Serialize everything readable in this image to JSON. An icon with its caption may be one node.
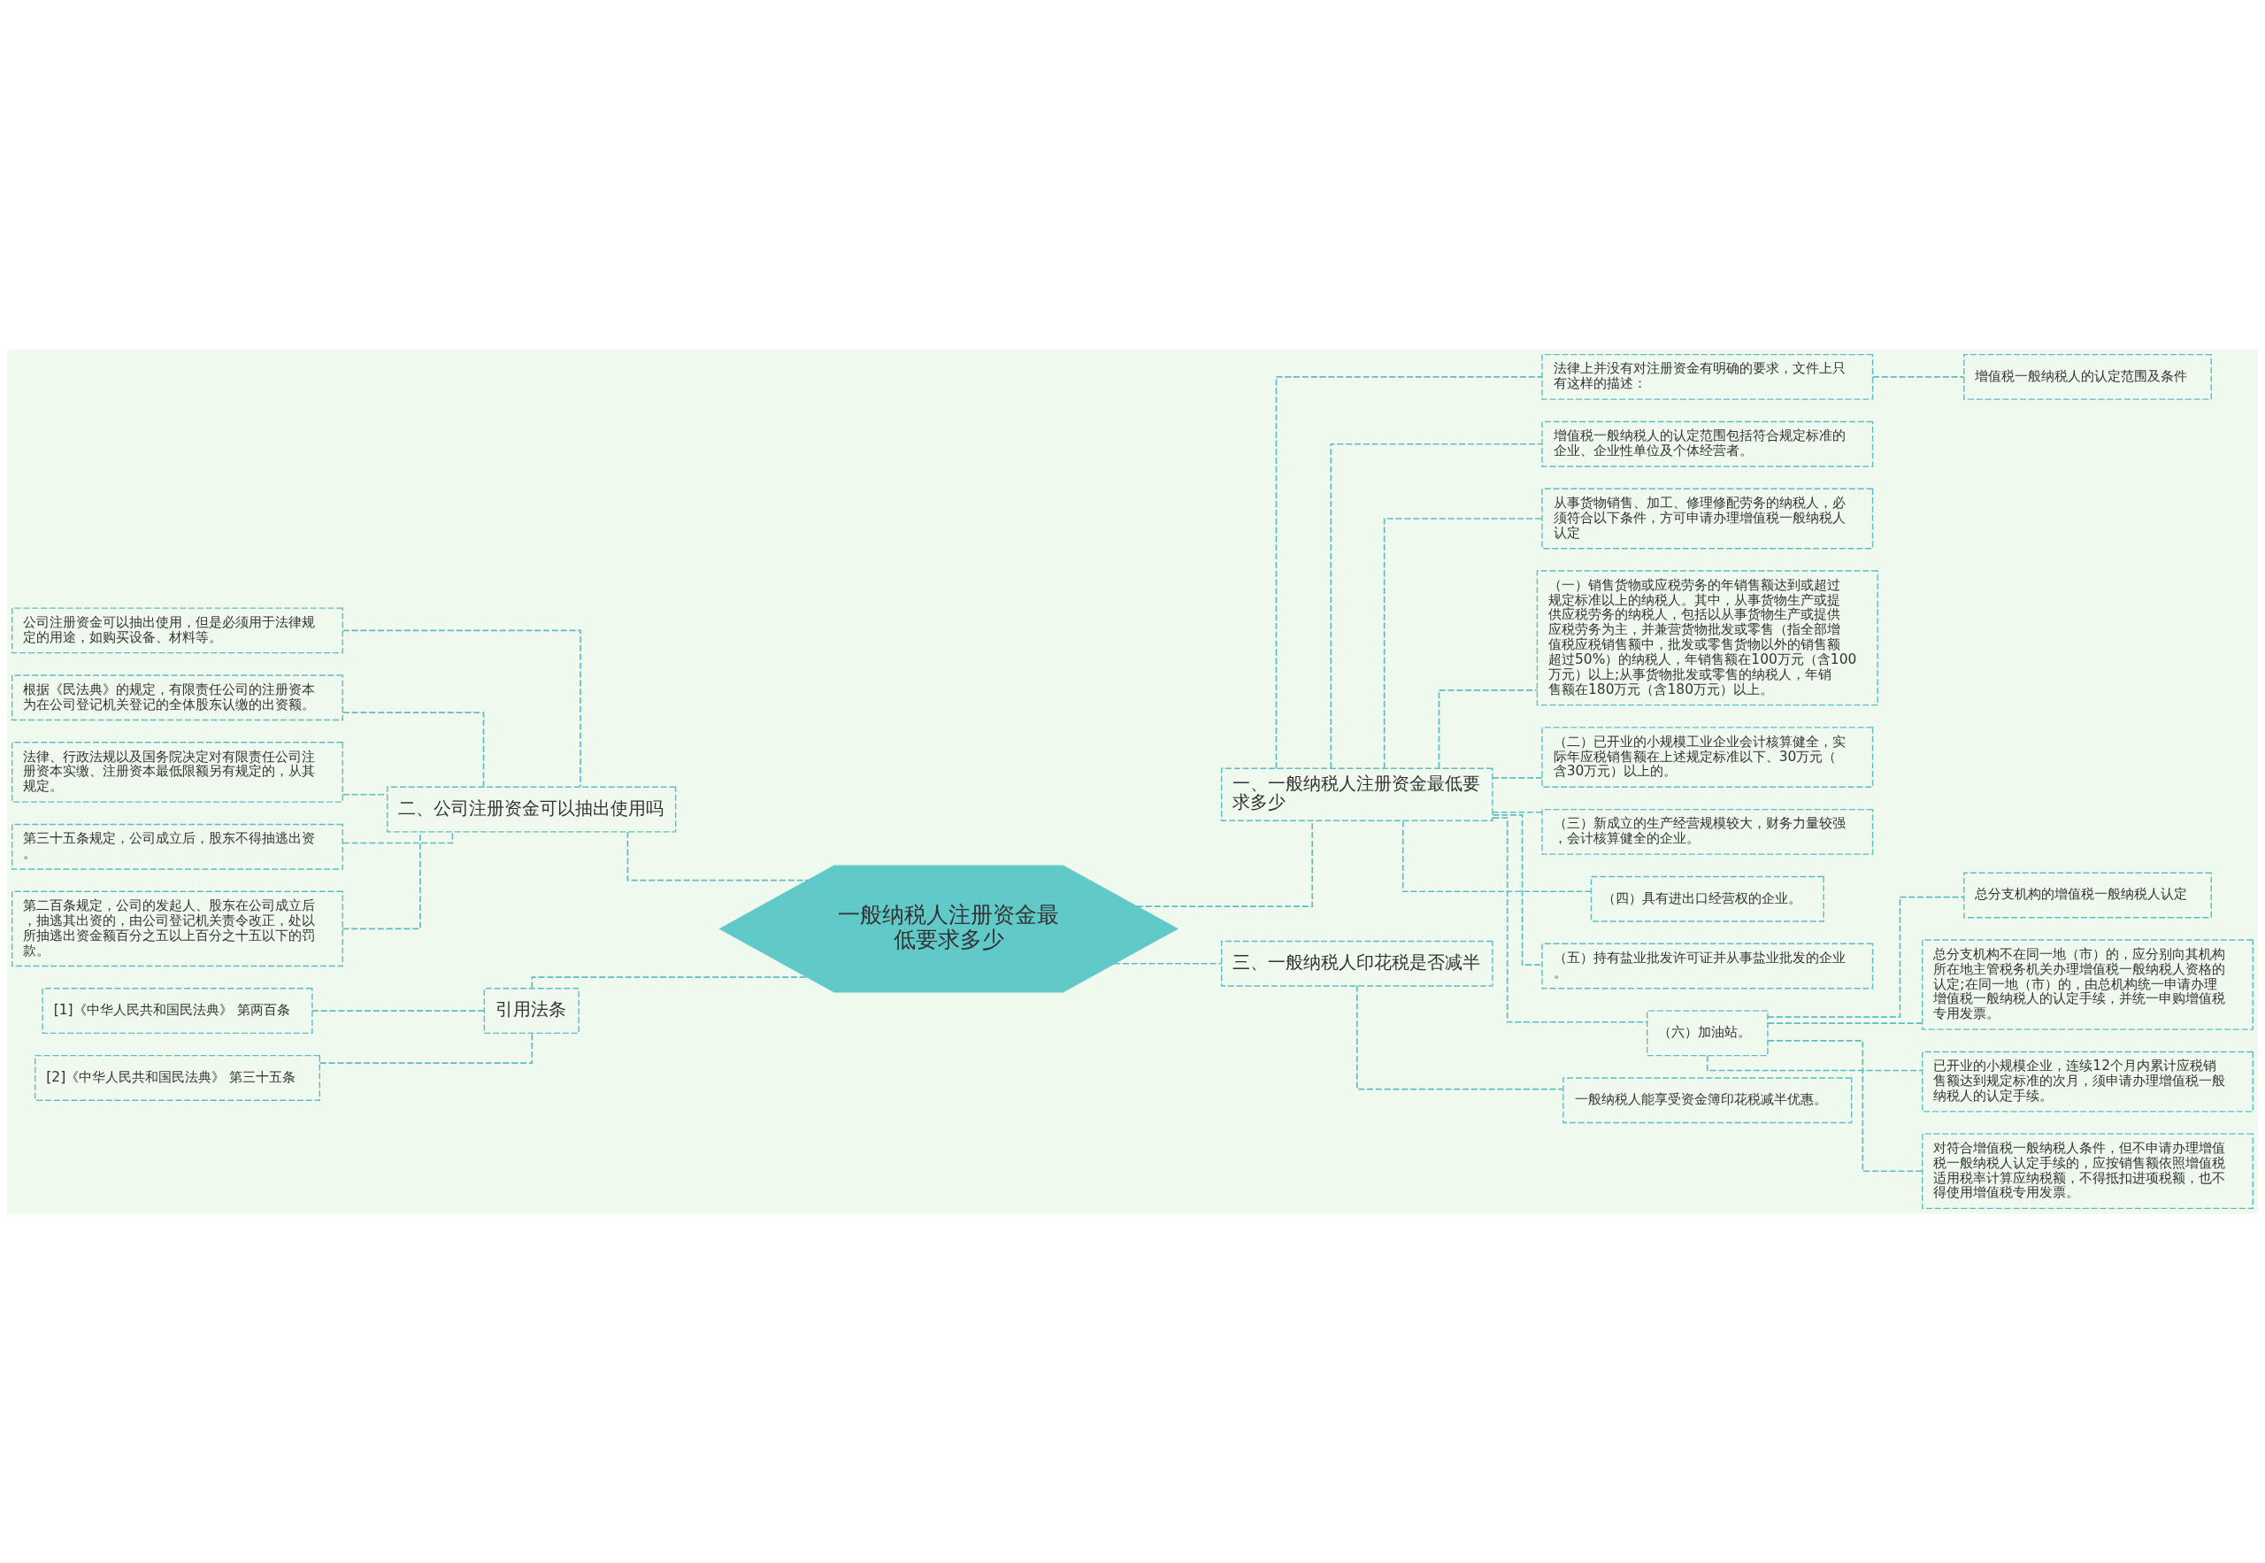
{
  "diagram": {
    "nodes": [
      {
        "text": [
          "一般纳税人注册资金最低要求多少"
        ]
      },
      {
        "text": [
          "一、一般纳税人注册资金最低要求多少"
        ]
      },
      {
        "text": [
          "法律上并没有对注册资金有明确的要求，文件上只有这样的描述："
        ]
      },
      {
        "text": [
          "增值税一般纳税人的认定范围及条件"
        ]
      },
      {
        "text": [
          "增值税一般纳税人的认定范围包括符合规定标准的企业、企业性单位及个体经营者。"
        ]
      },
      {
        "text": [
          "从事货物销售、加工、修理修配劳务的纳税人，必须符合以下条件，方可申请办理增值税一般纳税人认定"
        ]
      },
      {
        "text": [
          "（一）销售货物或应税劳务的年销售额达到或超过规定标准以上的纳税人。其中，从事货物生产或提供应税劳务的纳税人，包括以从事货物生产或提供应税劳务为主，并兼营货物批发或零售（指全部增值税应税销售额中，批发或零售货物以外的销售额超过50%）的纳税人，年销售额在100万元（含100万元）以上;从事货物批发或零售的纳税人，年销售额在180万元（含180万元）以上。"
        ]
      },
      {
        "text": [
          "（二）已开业的小规模工业企业会计核算健全，实际年应税销售额在上述规定标准以下、30万元（含30万元）以上的。"
        ]
      },
      {
        "text": [
          "（三）新成立的生产经营规模较大，财务力量较强，会计核算健全的企业。"
        ]
      },
      {
        "text": [
          "（四）具有进出口经营权的企业。"
        ]
      },
      {
        "text": [
          "（五）持有盐业批发许可证并从事盐业批发的企业。"
        ]
      },
      {
        "text": [
          "（六）加油站。"
        ]
      },
      {
        "text": [
          "总分支机构的增值税一般纳税人认定"
        ]
      },
      {
        "text": [
          "总分支机构不在同一地（市）的，应分别向其机构所在地主管税务机关办理增值税一般纳税人资格的认定;在同一地（市）的，由总机构统一申请办理增值税一般纳税人的认定手续，并统一申购增值税专用发票。"
        ]
      },
      {
        "text": [
          "已开业的小规模企业，连续12个月内累计应税销售额达到规定标准的次月，须申请办理增值税一般纳税人的认定手续。"
        ]
      },
      {
        "text": [
          "对符合增值税一般纳税人条件，但不申请办理增值税一般纳税人认定手续的，应按销售额依照增值税适用税率计算应纳税额，不得抵扣进项税额，也不得使用增值税专用发票。"
        ]
      },
      {
        "text": [
          "三、一般纳税人印花税是否减半"
        ]
      },
      {
        "text": [
          "一般纳税人能享受资金簿印花税减半优惠。"
        ]
      },
      {
        "text": [
          "二、公司注册资金可以抽出使用吗"
        ]
      },
      {
        "text": [
          "公司注册资金可以抽出使用，但是必须用于法律规定的用途，如购买设备、材料等。"
        ]
      },
      {
        "text": [
          "根据《民法典》的规定，有限责任公司的注册资本为在公司登记机关登记的全体股东认缴的出资额。"
        ]
      },
      {
        "text": [
          "法律、行政法规以及国务院决定对有限责任公司注册资本实缴、注册资本最低限额另有规定的，从其规定。"
        ]
      },
      {
        "text": [
          "第三十五条规定，公司成立后，股东不得抽逃出资。"
        ]
      },
      {
        "text": [
          "第二百条规定，公司的发起人、股东在公司成立后，抽逃其出资的，由公司登记机关责令改正，处以所抽逃出资金额百分之五以上百分之十五以下的罚款。"
        ]
      },
      {
        "text": [
          "引用法条"
        ]
      },
      {
        "text": [
          "[1]《中华人民共和国民法典》 第两百条"
        ]
      },
      {
        "text": [
          "[2]《中华人民共和国民法典》 第三十五条"
        ]
      }
    ],
    "edges": [
      {
        "from": 0,
        "to": 1,
        "arrow": "none",
        "style": "dashed"
      },
      {
        "from": 1,
        "to": 2,
        "arrow": "none",
        "style": "dashed"
      },
      {
        "from": 2,
        "to": 3,
        "arrow": "none",
        "style": "dashed"
      },
      {
        "from": 1,
        "to": 4,
        "arrow": "none",
        "style": "dashed"
      },
      {
        "from": 1,
        "to": 5,
        "arrow": "none",
        "style": "dashed"
      },
      {
        "from": 1,
        "to": 6,
        "arrow": "none",
        "style": "dashed"
      },
      {
        "from": 1,
        "to": 7,
        "arrow": "none",
        "style": "dashed"
      },
      {
        "from": 1,
        "to": 8,
        "arrow": "none",
        "style": "dashed"
      },
      {
        "from": 1,
        "to": 9,
        "arrow": "none",
        "style": "dashed"
      },
      {
        "from": 1,
        "to": 10,
        "arrow": "none",
        "style": "dashed"
      },
      {
        "from": 1,
        "to": 11,
        "arrow": "none",
        "style": "dashed"
      },
      {
        "from": 11,
        "to": 12,
        "arrow": "none",
        "style": "dashed"
      },
      {
        "from": 11,
        "to": 13,
        "arrow": "none",
        "style": "dashed"
      },
      {
        "from": 11,
        "to": 14,
        "arrow": "none",
        "style": "dashed"
      },
      {
        "from": 11,
        "to": 15,
        "arrow": "none",
        "style": "dashed"
      },
      {
        "from": 0,
        "to": 16,
        "arrow": "none",
        "style": "dashed"
      },
      {
        "from": 16,
        "to": 17,
        "arrow": "none",
        "style": "dashed"
      },
      {
        "from": 0,
        "to": 18,
        "arrow": "none",
        "style": "dashed"
      },
      {
        "from": 18,
        "to": 19,
        "arrow": "none",
        "style": "dashed"
      },
      {
        "from": 18,
        "to": 20,
        "arrow": "none",
        "style": "dashed"
      },
      {
        "from": 18,
        "to": 21,
        "arrow": "none",
        "style": "dashed"
      },
      {
        "from": 18,
        "to": 22,
        "arrow": "none",
        "style": "dashed"
      },
      {
        "from": 18,
        "to": 23,
        "arrow": "none",
        "style": "dashed"
      },
      {
        "from": 0,
        "to": 24,
        "arrow": "none",
        "style": "dashed"
      },
      {
        "from": 24,
        "to": 25,
        "arrow": "none",
        "style": "dashed"
      },
      {
        "from": 24,
        "to": 26,
        "arrow": "none",
        "style": "dashed"
      }
    ]
  }
}
